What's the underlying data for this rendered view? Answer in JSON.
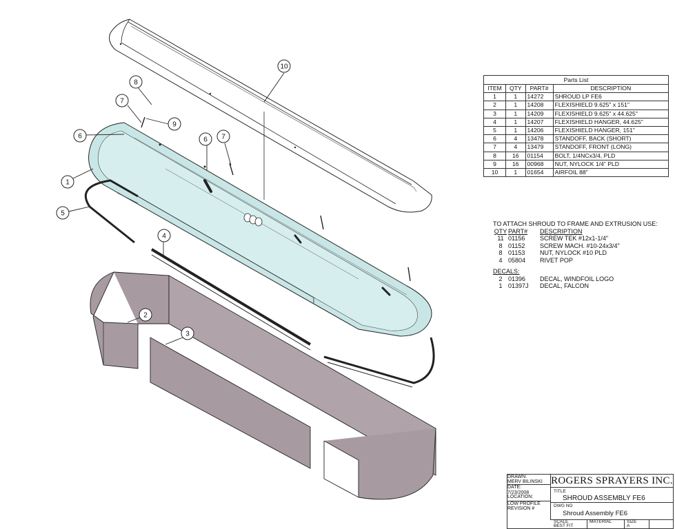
{
  "callouts": [
    "10",
    "8",
    "7",
    "9",
    "6",
    "6",
    "7",
    "1",
    "5",
    "4",
    "2",
    "3"
  ],
  "parts_list": {
    "title": "Parts List",
    "headers": [
      "ITEM",
      "QTY",
      "PART#",
      "DESCRIPTION"
    ],
    "rows": [
      [
        "1",
        "1",
        "14272",
        "SHROUD LP FE6"
      ],
      [
        "2",
        "1",
        "14208",
        "FLEXISHIELD 9.625\" x 151\""
      ],
      [
        "3",
        "1",
        "14209",
        "FLEXISHIELD 9.625\" x 44.625\""
      ],
      [
        "4",
        "1",
        "14207",
        "FLEXISHIELD HANGER, 44.625\""
      ],
      [
        "5",
        "1",
        "14206",
        "FLEXISHIELD HANGER, 151\""
      ],
      [
        "6",
        "4",
        "13478",
        "STANDOFF, BACK (SHORT)"
      ],
      [
        "7",
        "4",
        "13479",
        "STANDOFF, FRONT (LONG)"
      ],
      [
        "8",
        "16",
        "01154",
        "BOLT, 1/4NCx3/4, PLD"
      ],
      [
        "9",
        "16",
        "00968",
        "NUT, NYLOCK 1/4\" PLD"
      ],
      [
        "10",
        "1",
        "01654",
        "AIRFOIL 88\""
      ]
    ]
  },
  "attach": {
    "title": "TO ATTACH SHROUD TO FRAME AND EXTRUSION USE:",
    "headers": [
      "QTY",
      "PART#",
      "DESCRIPTION"
    ],
    "rows": [
      [
        "11",
        "01156",
        "SCREW TEK #12x1-1/4\""
      ],
      [
        "8",
        "01152",
        "SCREW MACH. #10-24x3/4\""
      ],
      [
        "8",
        "01153",
        "NUT, NYLOCK #10 PLD"
      ],
      [
        "4",
        "05804",
        "RIVET POP"
      ]
    ]
  },
  "decals": {
    "title": "DECALS:",
    "rows": [
      [
        "2",
        "01396",
        "DECAL, WINDFOIL LOGO"
      ],
      [
        "1",
        "01397J",
        "DECAL, FALCON"
      ]
    ]
  },
  "title_block": {
    "drawn_label": "DRAWN:",
    "drawn_value": "MERV BILINSKI",
    "date_label": "DATE:",
    "date_value": "7/23/2008",
    "location_label": "LOCATION:",
    "location_value": "LOW PROFILE",
    "revision_label": "REVISION #",
    "company": "ROGERS SPRAYERS INC.",
    "title_label": "TITLE",
    "title": "SHROUD ASSEMBLY FE6",
    "dwg_label": "DWG NO",
    "dwg_no": "Shroud Assembly FE6",
    "scale_label": "SCALE",
    "scale_value": "BEST FIT",
    "material_label": "MATERIAL",
    "size_label": "SIZE",
    "size_value": "A"
  },
  "colors": {
    "shroud_fill": "#c9e6e6",
    "shield_fill": "#a79aa0",
    "line": "#222222"
  }
}
